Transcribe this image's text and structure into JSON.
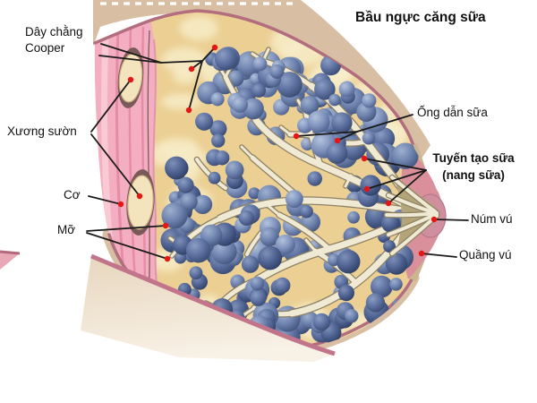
{
  "title": "Bầu ngực căng sữa",
  "labels": {
    "cooper_line1": "Dây chằng",
    "cooper_line2": "Cooper",
    "ribs": "Xương sườn",
    "muscle": "Cơ",
    "fat": "Mỡ",
    "milk_duct": "Ống dẫn sữa",
    "gland_line1": "Tuyến tạo sữa",
    "gland_line2": "(nang sữa)",
    "nipple": "Núm vú",
    "areola": "Quầng vú"
  },
  "colors": {
    "fat_gold": "#EBCF93",
    "fat_light": "#F8EDCB",
    "skin_tan": "#D8BFA4",
    "outline_mauve": "#B26E7E",
    "muscle_pink": "#F4AEC1",
    "muscle_stripe": "#E78CA6",
    "muscle_edge": "#CE6E8B",
    "rib_cream": "#F3E4BE",
    "rib_shadow": "#7A5A58",
    "duct_cream": "#F0E9D4",
    "duct_edge": "#8D8264",
    "areola_rose": "#D9909B",
    "nipple_rose": "#D08F9E",
    "underskin": "#EFE1CB",
    "underskin_stripe": "#C2748B",
    "pointer_line": "#1A1A1A",
    "pointer_dot": "#E51616",
    "stitch_white": "#FFFFFF"
  }
}
